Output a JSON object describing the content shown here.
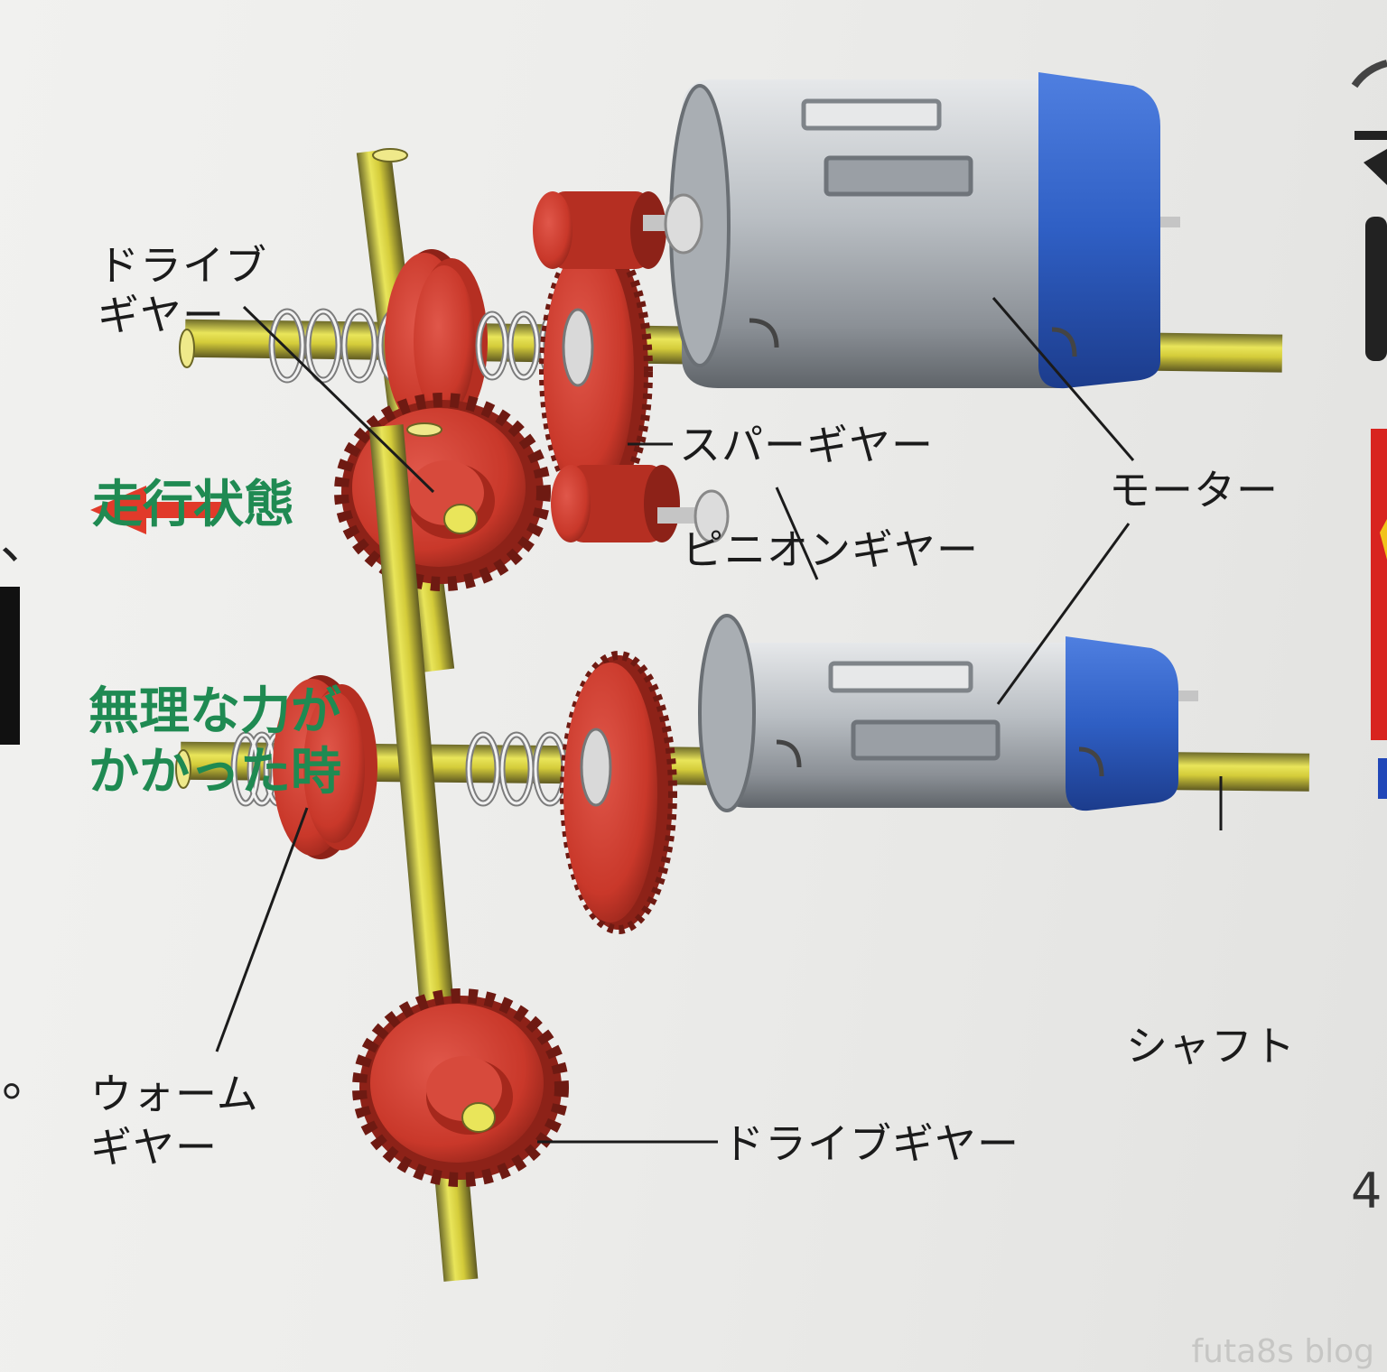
{
  "states": {
    "running": "走行状態",
    "overload_line1": "無理な力が",
    "overload_line2": "かかった時"
  },
  "labels": {
    "drive_gear_top_line1": "ドライブ",
    "drive_gear_top_line2": "ギヤー",
    "spur_gear": "スパーギヤー",
    "motor": "モーター",
    "pinion_gear": "ピニオンギヤー",
    "shaft": "シャフト",
    "worm_gear_line1": "ウォーム",
    "worm_gear_line2": "ギヤー",
    "drive_gear_bottom": "ドライブギヤー"
  },
  "edge_text": {
    "comma": "、",
    "period": "。",
    "page_number": "4"
  },
  "watermark": "futa8s blog",
  "colors": {
    "state_text": "#1f8a52",
    "gear_red": "#c9382a",
    "shaft_yellow": "#d8d23a",
    "motor_blue": "#2f5fc4",
    "motor_silver": "#a9aeb3",
    "arrow_red": "#e13a2a"
  }
}
